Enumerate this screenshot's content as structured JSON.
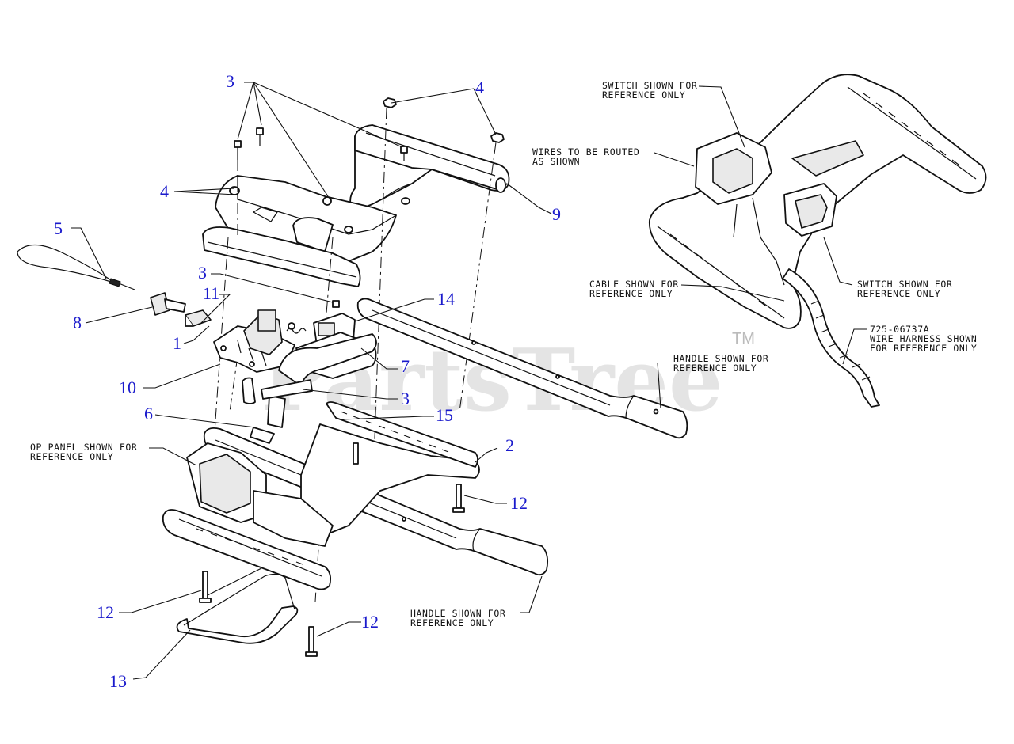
{
  "watermark": {
    "text": "PartsTree",
    "trademark": "TM"
  },
  "callouts": {
    "c1": "1",
    "c2": "2",
    "c3a": "3",
    "c3b": "3",
    "c3c": "3",
    "c4a": "4",
    "c4b": "4",
    "c5": "5",
    "c6": "6",
    "c7": "7",
    "c8": "8",
    "c9": "9",
    "c10": "10",
    "c11": "11",
    "c12a": "12",
    "c12b": "12",
    "c12c": "12",
    "c13": "13",
    "c14": "14",
    "c15": "15"
  },
  "notes": {
    "switch_top": [
      "SWITCH SHOWN FOR",
      "REFERENCE ONLY"
    ],
    "wires": [
      "WIRES TO BE ROUTED",
      "AS SHOWN"
    ],
    "cable": [
      "CABLE SHOWN FOR",
      "REFERENCE ONLY"
    ],
    "switch_right": [
      "SWITCH SHOWN FOR",
      "REFERENCE ONLY"
    ],
    "harness": [
      "725-06737A",
      "WIRE HARNESS SHOWN",
      "FOR REFERENCE ONLY"
    ],
    "handle_upper": [
      "HANDLE SHOWN FOR",
      "REFERENCE ONLY"
    ],
    "handle_lower": [
      "HANDLE SHOWN FOR",
      "REFERENCE ONLY"
    ],
    "op_panel": [
      "OP PANEL SHOWN FOR",
      "REFERENCE ONLY"
    ]
  }
}
